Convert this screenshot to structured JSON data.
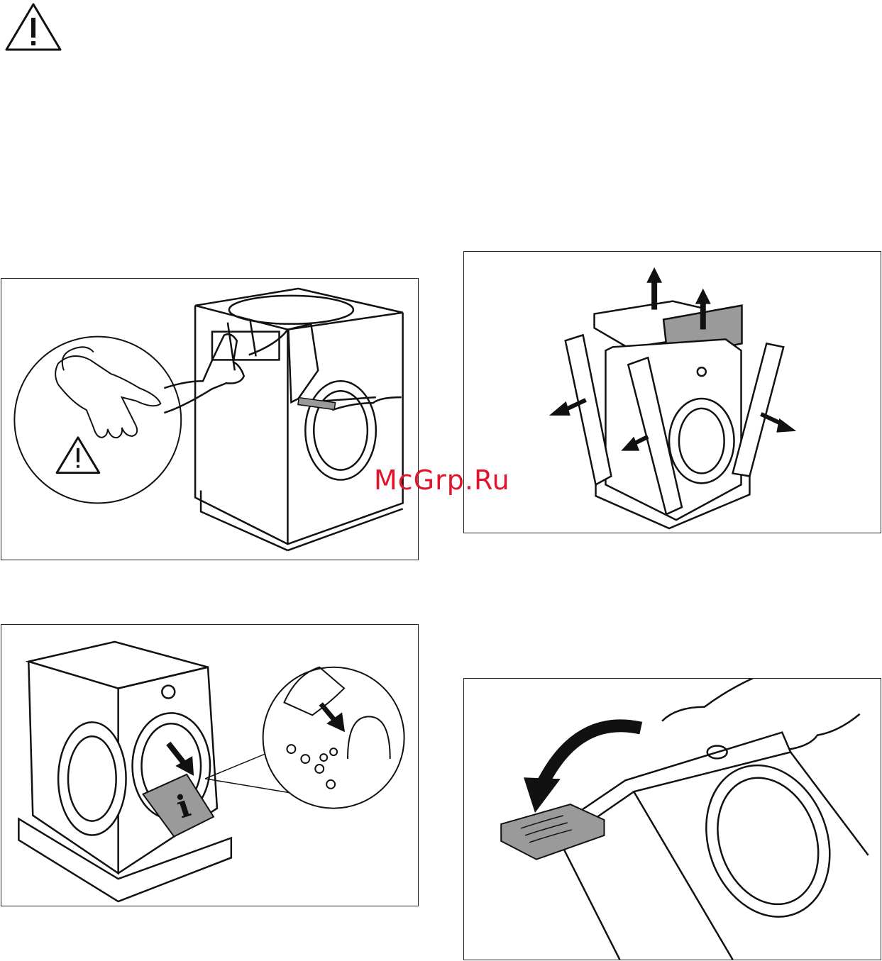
{
  "page": {
    "warning_icon": "warning-triangle-icon",
    "watermark": "McGrp.Ru"
  },
  "figures": [
    {
      "id": "remove-foil",
      "icons": [
        "gloves-icon",
        "warning-triangle-icon",
        "cutter-icon"
      ]
    },
    {
      "id": "remove-packaging",
      "icons": [
        "arrow-up-icon",
        "arrow-left-icon",
        "arrow-right-icon"
      ]
    },
    {
      "id": "remove-accessories",
      "icons": [
        "info-i-icon",
        "arrow-down-icon"
      ]
    },
    {
      "id": "tilt-machine",
      "icons": [
        "curved-arrow-icon"
      ]
    }
  ],
  "colors": {
    "line": "#1a1a1a",
    "shade": "#9a9a9a",
    "watermark": "#e0142a"
  }
}
